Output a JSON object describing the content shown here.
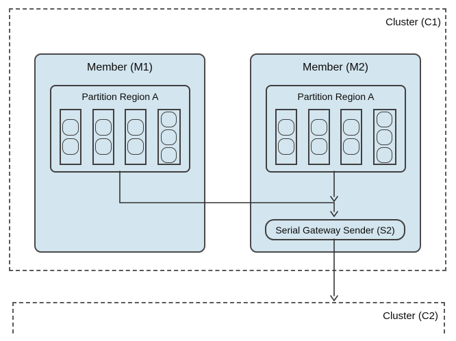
{
  "clusters": {
    "c1": {
      "label": "Cluster (C1)"
    },
    "c2": {
      "label": "Cluster (C2)"
    }
  },
  "members": {
    "m1": {
      "title": "Member (M1)",
      "partition": {
        "label": "Partition Region A",
        "bucket_entry_counts": [
          2,
          2,
          2,
          3
        ]
      }
    },
    "m2": {
      "title": "Member (M2)",
      "partition": {
        "label": "Partition Region A",
        "bucket_entry_counts": [
          2,
          2,
          2,
          3
        ]
      }
    }
  },
  "gateway": {
    "label": "Serial Gateway Sender (S2)"
  },
  "connections": [
    {
      "from": "member-m1-partition",
      "to": "junction-above-gateway"
    },
    {
      "from": "member-m2-partition",
      "to": "junction-above-gateway",
      "arrow": true
    },
    {
      "from": "junction-above-gateway",
      "to": "serial-gateway-sender-s2",
      "arrow": true
    },
    {
      "from": "serial-gateway-sender-s2",
      "to": "cluster-c2",
      "arrow": true
    }
  ],
  "colors": {
    "fill": "#d3e5ee",
    "border": "#4a4a4a",
    "border-inner": "#3f3f3f",
    "dashed": "#595959",
    "arrow": "#333333"
  }
}
